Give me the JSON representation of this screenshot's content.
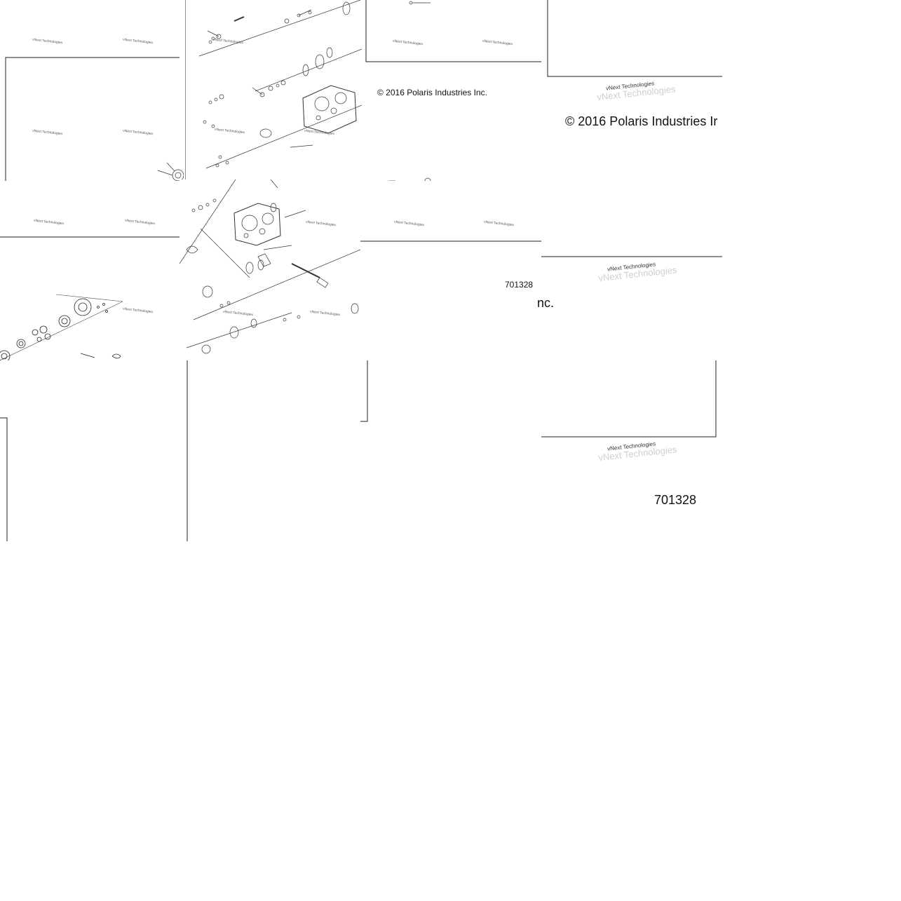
{
  "document": {
    "copyright": "© 2016 Polaris Industries Inc.",
    "copyright_cut": "© 2016 Polaris Industries Ir",
    "copyright_fragment": "nc.",
    "drawing_number": "701328"
  },
  "watermark": {
    "text": "vNext Technologies"
  },
  "colors": {
    "line": "#222222",
    "background": "#ffffff",
    "watermark": "#555555"
  }
}
